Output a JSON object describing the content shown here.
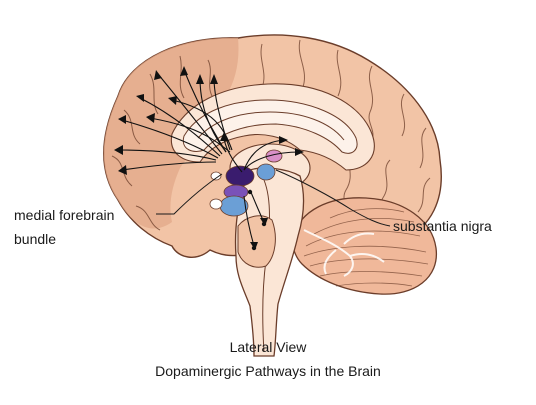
{
  "labels": {
    "medial_forebrain_line1": "medial forebrain",
    "medial_forebrain_line2": "bundle",
    "substantia_nigra": "substantia nigra"
  },
  "caption": {
    "line1": "Lateral View",
    "line2": "Dopaminergic Pathways in the Brain"
  },
  "colors": {
    "cortex_fill": "#f2c4a6",
    "cortex_dark": "#e2a888",
    "outline": "#6b3d2a",
    "inner_fill": "#fbe6d6",
    "white_matter": "#fdf2ea",
    "cerebellum": "#f0b89a",
    "nucleus_dark": "#3a1c6e",
    "nucleus_purple": "#7a52b8",
    "nucleus_blue": "#6b9fd6",
    "nucleus_pink": "#d88fc7",
    "pathway": "#111111",
    "text": "#1a1a1a"
  }
}
